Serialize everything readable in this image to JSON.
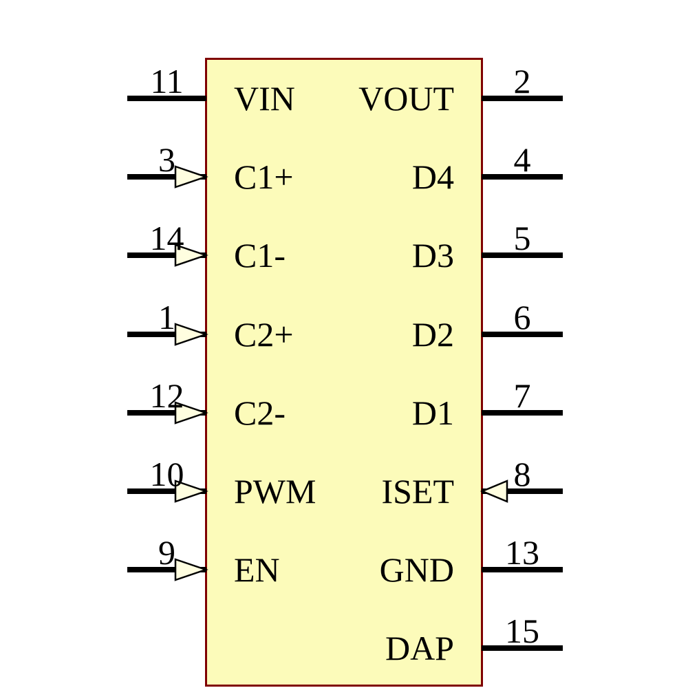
{
  "component": {
    "kind": "ic-schematic-symbol",
    "body_fill": "#FCFBBA",
    "body_border_color": "#7F0000",
    "pin_line_color": "#000000",
    "text_color": "#000000",
    "arrow_fill": "#FFFEE0",
    "arrow_outline": "#000000"
  },
  "icons": {
    "input_arrow": "input-arrow-icon"
  },
  "pins": {
    "left": [
      {
        "number": "11",
        "label": "VIN",
        "arrow": false
      },
      {
        "number": "3",
        "label": "C1+",
        "arrow": true
      },
      {
        "number": "14",
        "label": "C1-",
        "arrow": true
      },
      {
        "number": "1",
        "label": "C2+",
        "arrow": true
      },
      {
        "number": "12",
        "label": "C2-",
        "arrow": true
      },
      {
        "number": "10",
        "label": "PWM",
        "arrow": true
      },
      {
        "number": "9",
        "label": "EN",
        "arrow": true
      }
    ],
    "right": [
      {
        "number": "2",
        "label": "VOUT",
        "arrow": false
      },
      {
        "number": "4",
        "label": "D4",
        "arrow": false
      },
      {
        "number": "5",
        "label": "D3",
        "arrow": false
      },
      {
        "number": "6",
        "label": "D2",
        "arrow": false
      },
      {
        "number": "7",
        "label": "D1",
        "arrow": false
      },
      {
        "number": "8",
        "label": "ISET",
        "arrow": true
      },
      {
        "number": "13",
        "label": "GND",
        "arrow": false
      },
      {
        "number": "15",
        "label": "DAP",
        "arrow": false
      }
    ]
  }
}
